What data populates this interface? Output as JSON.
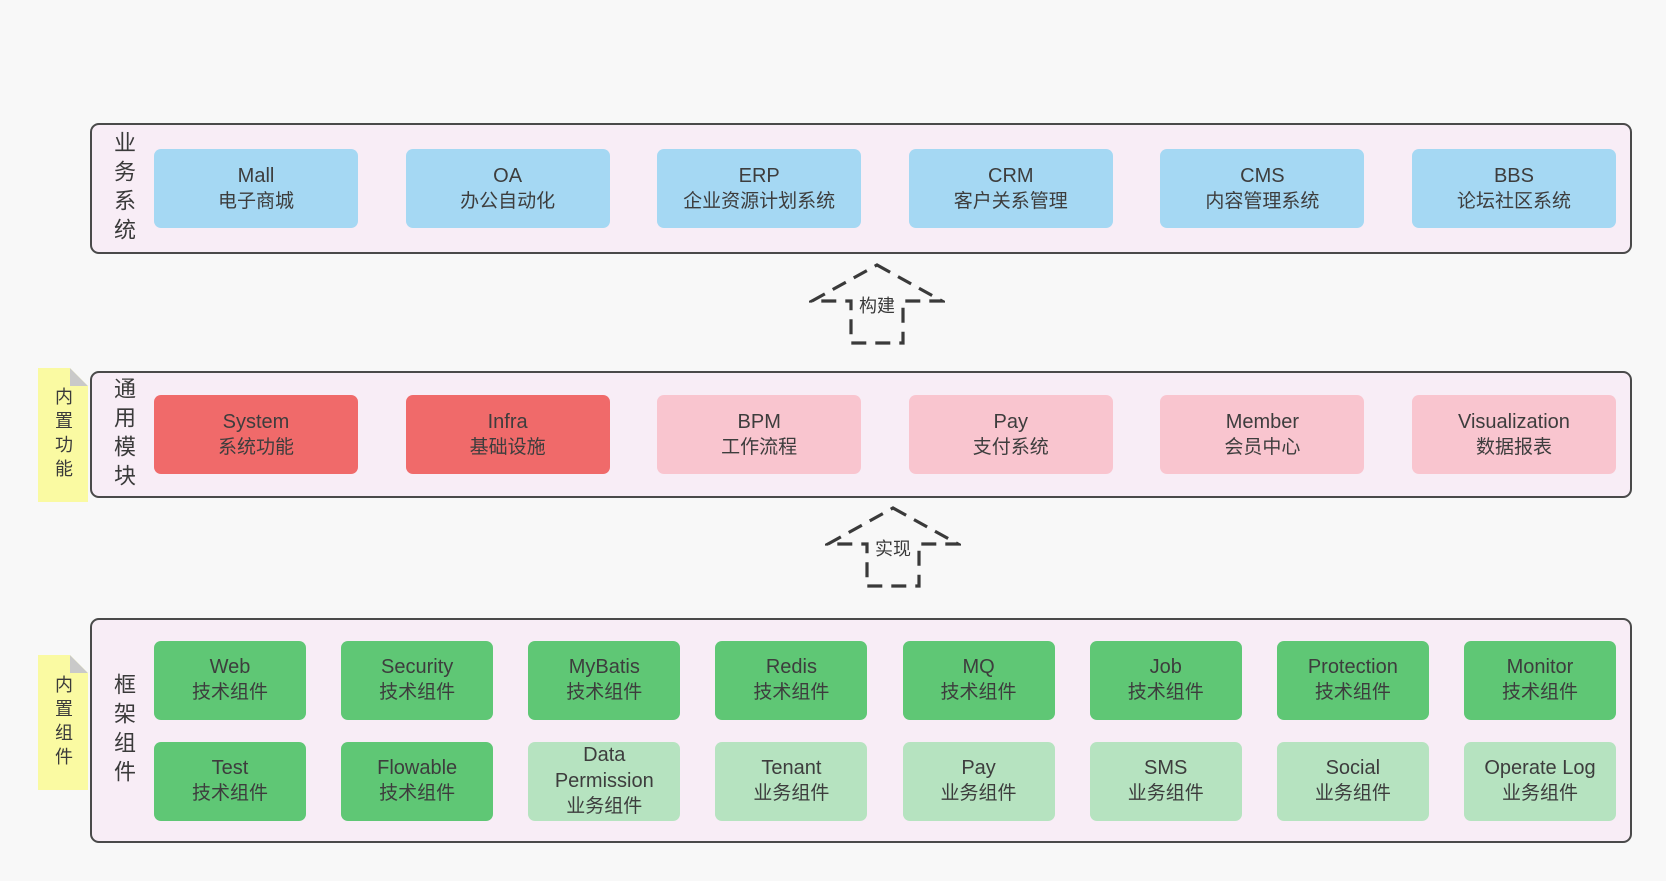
{
  "colors": {
    "page_bg": "#f8f8f8",
    "panel_bg": "#f8edf6",
    "panel_border": "#4a4a4a",
    "blue": "#a5d8f3",
    "red": "#f06a6a",
    "pink": "#f9c5cf",
    "green": "#5fc775",
    "green_light": "#b6e3c0",
    "tag_bg": "#fafaa2",
    "tag_fold": "#c9c9c9",
    "text": "#3a3a3a"
  },
  "layers": [
    {
      "id": "business",
      "label": "业务系统",
      "tag": null,
      "rows": [
        [
          {
            "en": "Mall",
            "zh": "电子商城",
            "type": "blue"
          },
          {
            "en": "OA",
            "zh": "办公自动化",
            "type": "blue"
          },
          {
            "en": "ERP",
            "zh": "企业资源计划系统",
            "type": "blue"
          },
          {
            "en": "CRM",
            "zh": "客户关系管理",
            "type": "blue"
          },
          {
            "en": "CMS",
            "zh": "内容管理系统",
            "type": "blue"
          },
          {
            "en": "BBS",
            "zh": "论坛社区系统",
            "type": "blue"
          }
        ]
      ]
    },
    {
      "id": "modules",
      "label": "通用模块",
      "tag": "内置功能",
      "rows": [
        [
          {
            "en": "System",
            "zh": "系统功能",
            "type": "red"
          },
          {
            "en": "Infra",
            "zh": "基础设施",
            "type": "red"
          },
          {
            "en": "BPM",
            "zh": "工作流程",
            "type": "pink"
          },
          {
            "en": "Pay",
            "zh": "支付系统",
            "type": "pink"
          },
          {
            "en": "Member",
            "zh": "会员中心",
            "type": "pink"
          },
          {
            "en": "Visualization",
            "zh": "数据报表",
            "type": "pink"
          }
        ]
      ]
    },
    {
      "id": "framework",
      "label": "框架组件",
      "tag": "内置组件",
      "rows": [
        [
          {
            "en": "Web",
            "zh": "技术组件",
            "type": "green"
          },
          {
            "en": "Security",
            "zh": "技术组件",
            "type": "green"
          },
          {
            "en": "MyBatis",
            "zh": "技术组件",
            "type": "green"
          },
          {
            "en": "Redis",
            "zh": "技术组件",
            "type": "green"
          },
          {
            "en": "MQ",
            "zh": "技术组件",
            "type": "green"
          },
          {
            "en": "Job",
            "zh": "技术组件",
            "type": "green"
          },
          {
            "en": "Protection",
            "zh": "技术组件",
            "type": "green"
          },
          {
            "en": "Monitor",
            "zh": "技术组件",
            "type": "green"
          }
        ],
        [
          {
            "en": "Test",
            "zh": "技术组件",
            "type": "green"
          },
          {
            "en": "Flowable",
            "zh": "技术组件",
            "type": "green"
          },
          {
            "en": "Data Permission",
            "zh": "业务组件",
            "type": "green-light"
          },
          {
            "en": "Tenant",
            "zh": "业务组件",
            "type": "green-light"
          },
          {
            "en": "Pay",
            "zh": "业务组件",
            "type": "green-light"
          },
          {
            "en": "SMS",
            "zh": "业务组件",
            "type": "green-light"
          },
          {
            "en": "Social",
            "zh": "业务组件",
            "type": "green-light"
          },
          {
            "en": "Operate Log",
            "zh": "业务组件",
            "type": "green-light"
          }
        ]
      ]
    }
  ],
  "arrows": [
    {
      "id": "build",
      "label": "构建"
    },
    {
      "id": "implement",
      "label": "实现"
    }
  ]
}
